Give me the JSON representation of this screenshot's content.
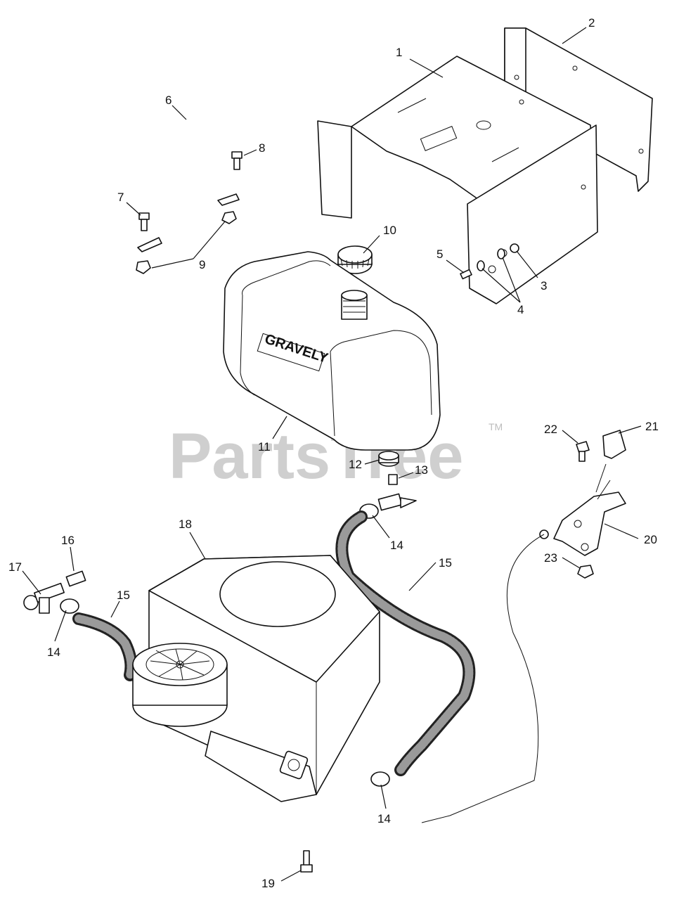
{
  "watermark": {
    "text": "PartsTree",
    "tm": "TM"
  },
  "tank_brand": "GRAVELY",
  "callouts": [
    "1",
    "2",
    "3",
    "4",
    "5",
    "6",
    "7",
    "8",
    "9",
    "10",
    "11",
    "12",
    "13",
    "14",
    "14",
    "14",
    "15",
    "15",
    "16",
    "17",
    "18",
    "19",
    "20",
    "21",
    "22",
    "23"
  ]
}
